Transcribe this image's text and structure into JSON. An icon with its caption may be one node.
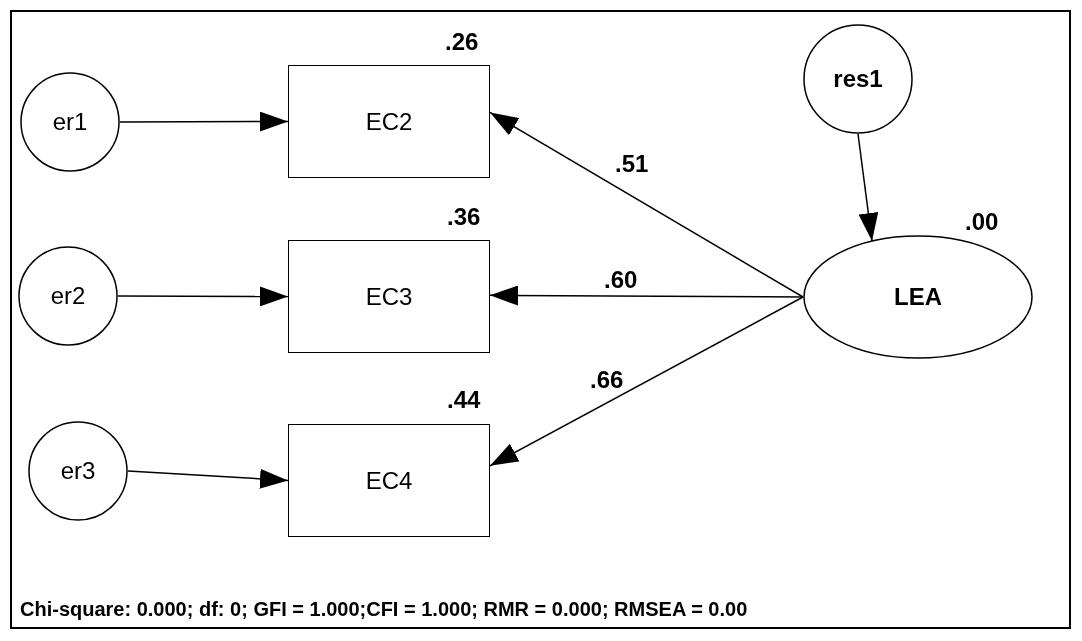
{
  "diagram": {
    "nodes": [
      {
        "text": [
          "er1"
        ]
      },
      {
        "text": [
          "EC2"
        ],
        "beside": [
          ".26"
        ]
      },
      {
        "text": [
          "er2"
        ]
      },
      {
        "text": [
          "EC3"
        ],
        "beside": [
          ".36"
        ]
      },
      {
        "text": [
          "er3"
        ]
      },
      {
        "text": [
          "EC4"
        ],
        "beside": [
          ".44"
        ]
      },
      {
        "text": [
          "res1"
        ]
      },
      {
        "text": [
          "LEA"
        ],
        "beside": [
          ".00"
        ]
      }
    ],
    "edges": [
      {
        "from": 0,
        "to": 1,
        "arrow": "to"
      },
      {
        "from": 2,
        "to": 3,
        "arrow": "to"
      },
      {
        "from": 4,
        "to": 5,
        "arrow": "to"
      },
      {
        "from": 6,
        "to": 7,
        "arrow": "to"
      },
      {
        "from": 7,
        "to": 1,
        "label": ".51",
        "arrow": "to"
      },
      {
        "from": 7,
        "to": 3,
        "label": ".60",
        "arrow": "to"
      },
      {
        "from": 7,
        "to": 5,
        "label": ".66",
        "arrow": "to"
      }
    ],
    "labels": [
      "Chi-square: 0.000; df: 0; GFI = 1.000;CFI = 1.000; RMR = 0.000; RMSEA = 0.00"
    ]
  }
}
